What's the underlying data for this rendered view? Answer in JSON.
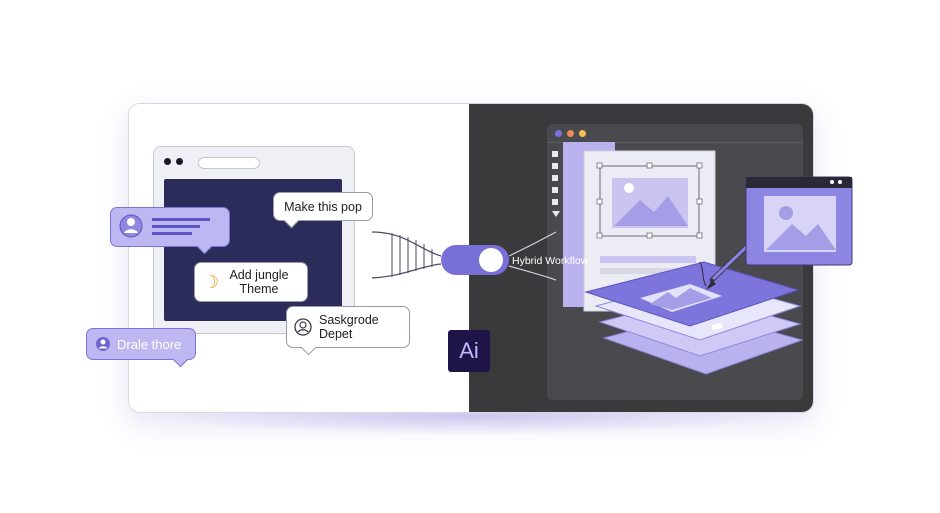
{
  "bubbles": {
    "make_pop": "Make this pop",
    "add_jungle_line1": "Add jungle",
    "add_jungle_line2": "Theme",
    "saskgrode_line1": "Saskgrode",
    "saskgrode_line2": "Depet",
    "drale_thore": "Drale thore"
  },
  "toggle": {
    "label": "Hybrid Workflow"
  },
  "ai_tile": {
    "label": "Ai"
  },
  "colors": {
    "accent": "#7870d6",
    "accent_light": "#bdb8f2",
    "dark_panel": "#3a3a3c",
    "navy_screen": "#2c2c5a"
  },
  "icons": [
    "user-avatar-icon",
    "banana-icon",
    "support-agent-icon",
    "user-icon",
    "image-icon",
    "pen-icon"
  ]
}
